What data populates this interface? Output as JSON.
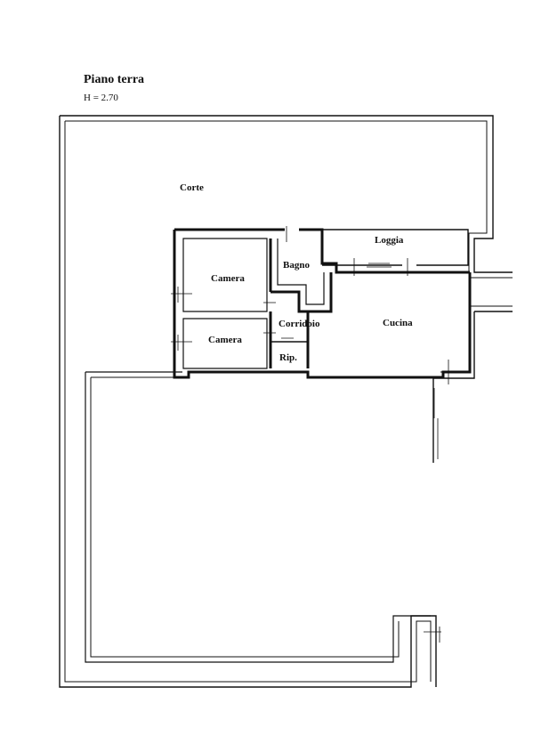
{
  "header": {
    "title": "Piano terra",
    "height_note": "H = 2.70"
  },
  "rooms": {
    "corte": "Corte",
    "loggia": "Loggia",
    "camera_1": "Camera",
    "bagno": "Bagno",
    "corridoio": "Corridoio",
    "cucina": "Cucina",
    "camera_2": "Camera",
    "ripostiglio": "Rip."
  }
}
